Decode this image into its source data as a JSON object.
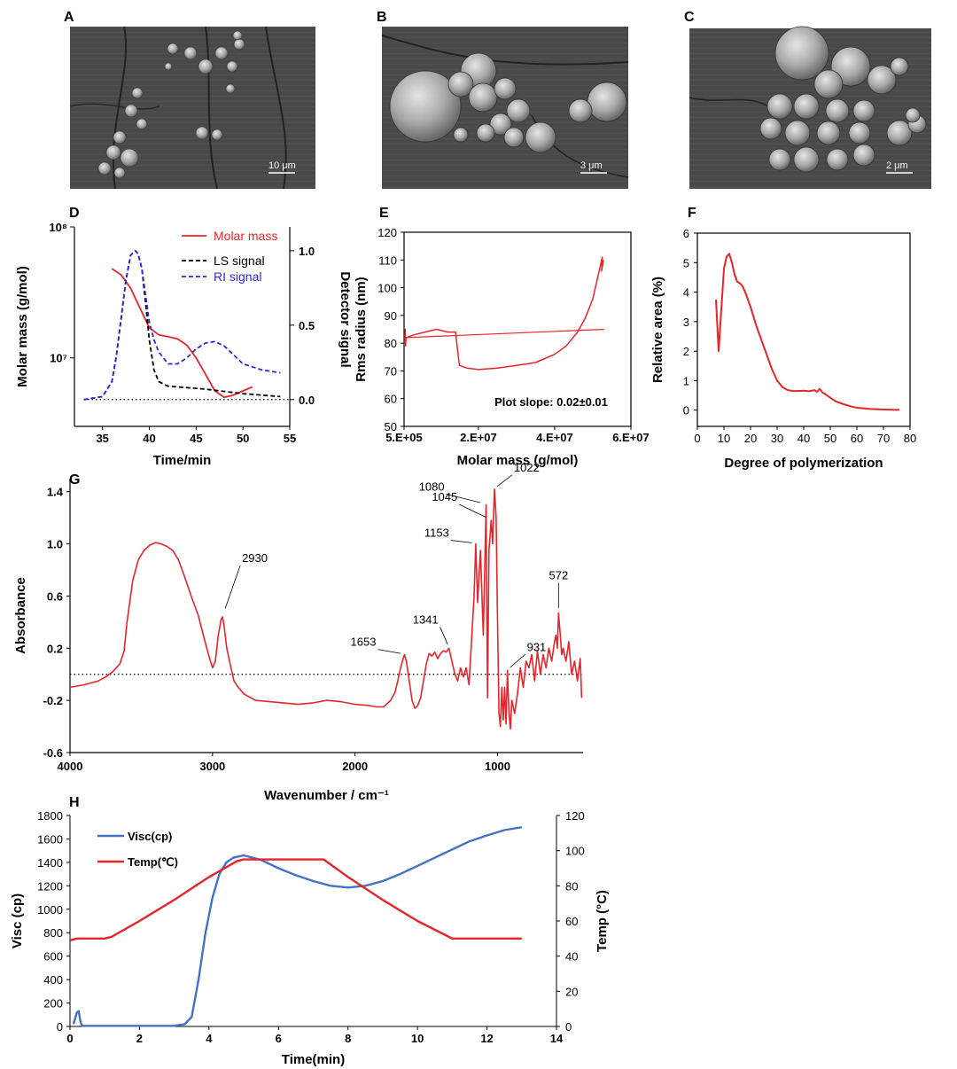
{
  "panels": {
    "A": "A",
    "B": "B",
    "C": "C",
    "D": "D",
    "E": "E",
    "F": "F",
    "G": "G",
    "H": "H"
  },
  "micrographs": [
    {
      "panel": "A",
      "scale_bar": "10 μm"
    },
    {
      "panel": "B",
      "scale_bar": "3 μm"
    },
    {
      "panel": "C",
      "scale_bar": "2 μm"
    }
  ],
  "colors": {
    "red": "#e8242b",
    "blue_ri": "#2b2bd9",
    "blue_visc": "#4472c4",
    "black": "#000000",
    "annotation_blue": "#1f77c4"
  },
  "chart_data": [
    {
      "panel": "D",
      "type": "line",
      "xlabel": "Time/min",
      "ylabel": "Molar mass (g/mol)",
      "y2label": "Detector signal",
      "xlim": [
        32,
        55
      ],
      "xticks": [
        35,
        40,
        45,
        50,
        55
      ],
      "ylim_log": [
        3000000,
        100000000
      ],
      "yscale": "log",
      "yticks_log": [
        {
          "value": 10000000,
          "label": "10⁷"
        },
        {
          "value": 100000000,
          "label": "10⁸"
        }
      ],
      "y2lim": [
        -0.18,
        1.16
      ],
      "y2ticks": [
        "0.0",
        "0.5",
        "1.0"
      ],
      "legend": [
        "Molar mass",
        "LS signal",
        "RI signal"
      ],
      "legend_position": "top-right",
      "series": [
        {
          "name": "Molar mass",
          "axis": "left",
          "style": "solid",
          "color": "#e8242b",
          "x": [
            36.0,
            37.0,
            38.0,
            39.0,
            40.0,
            41.0,
            42.0,
            43.0,
            44.0,
            45.0,
            46.0,
            47.0,
            48.0,
            49.0,
            50.0,
            51.0
          ],
          "y": [
            48000000,
            43000000,
            34000000,
            24000000,
            17000000,
            15000000,
            14500000,
            14000000,
            12500000,
            10000000,
            7500000,
            5600000,
            5000000,
            5200000,
            5600000,
            6000000
          ]
        },
        {
          "name": "LS signal",
          "axis": "right",
          "style": "dashed",
          "color": "#000000",
          "x": [
            33.0,
            35.0,
            36.0,
            36.5,
            37.0,
            37.5,
            38.0,
            38.5,
            38.8,
            39.2,
            39.6,
            40.0,
            40.5,
            41.0,
            42.0,
            44.0,
            46.0,
            50.0,
            54.0
          ],
          "y": [
            0.0,
            0.02,
            0.12,
            0.3,
            0.55,
            0.8,
            0.97,
            1.0,
            0.98,
            0.88,
            0.65,
            0.4,
            0.2,
            0.12,
            0.09,
            0.08,
            0.07,
            0.04,
            0.02
          ]
        },
        {
          "name": "RI signal",
          "axis": "right",
          "style": "dashed",
          "color": "#2b2bd9",
          "x": [
            33.0,
            35.0,
            36.0,
            36.5,
            37.0,
            37.5,
            38.0,
            38.5,
            38.8,
            39.2,
            39.6,
            40.0,
            40.5,
            41.0,
            42.0,
            43.0,
            44.0,
            45.0,
            46.0,
            47.0,
            48.0,
            49.0,
            50.0,
            52.0,
            54.0
          ],
          "y": [
            0.0,
            0.02,
            0.12,
            0.3,
            0.55,
            0.8,
            0.97,
            1.0,
            0.98,
            0.88,
            0.7,
            0.52,
            0.4,
            0.32,
            0.24,
            0.24,
            0.28,
            0.34,
            0.38,
            0.39,
            0.36,
            0.3,
            0.24,
            0.2,
            0.18
          ]
        }
      ],
      "reference_line": {
        "y2": 0.0,
        "style": "dotted"
      }
    },
    {
      "panel": "E",
      "type": "line",
      "xlabel": "Molar mass (g/mol)",
      "ylabel": "Rms radius (nm)",
      "xlim": [
        500000,
        60000000
      ],
      "xticks": [
        {
          "value": 500000,
          "label": "5.E+05"
        },
        {
          "value": 20000000,
          "label": "2.E+07"
        },
        {
          "value": 40000000,
          "label": "4.E+07"
        },
        {
          "value": 60000000,
          "label": "6.E+07"
        }
      ],
      "ylim": [
        50,
        120
      ],
      "yticks": [
        50,
        60,
        70,
        80,
        90,
        100,
        110,
        120
      ],
      "annotation": "Plot slope: 0.02±0.01",
      "series": [
        {
          "name": "",
          "style": "solid",
          "color": "#e8242b",
          "x": [
            700000,
            800000,
            900000,
            1000000,
            3000000,
            6000000,
            9000000,
            12000000,
            14000000,
            14500000,
            15000000,
            17000000,
            20000000,
            25000000,
            30000000,
            35000000,
            40000000,
            43000000,
            46000000,
            48000000,
            50000000,
            51000000,
            52000000,
            52500000,
            52300000,
            52800000
          ],
          "y": [
            80,
            85,
            79,
            82,
            83,
            84,
            85,
            84,
            84,
            78,
            72,
            71,
            70.5,
            71,
            72,
            73,
            76,
            79,
            84,
            89,
            96,
            102,
            108,
            111,
            106,
            110
          ]
        },
        {
          "name": "",
          "style": "solid",
          "color": "#e8242b",
          "x": [
            1000000,
            53000000
          ],
          "y": [
            82,
            85
          ]
        }
      ]
    },
    {
      "panel": "F",
      "type": "line",
      "xlabel": "Degree of polymerization",
      "ylabel": "Relative area (%)",
      "xlim": [
        0,
        80
      ],
      "xticks": [
        0,
        10,
        20,
        30,
        40,
        50,
        60,
        70,
        80
      ],
      "ylim": [
        0,
        6
      ],
      "yticks": [
        0,
        1,
        2,
        3,
        4,
        5,
        6
      ],
      "series": [
        {
          "name": "",
          "style": "solid",
          "color": "#e8242b",
          "x": [
            7,
            8,
            9,
            10,
            11,
            12,
            13,
            14,
            15,
            16,
            17,
            18,
            20,
            22,
            24,
            26,
            28,
            30,
            32,
            34,
            36,
            38,
            40,
            42,
            44,
            45,
            46,
            47,
            48,
            50,
            52,
            55,
            58,
            60,
            65,
            70,
            75,
            76
          ],
          "y": [
            3.75,
            2.0,
            3.4,
            4.8,
            5.2,
            5.3,
            5.0,
            4.6,
            4.35,
            4.3,
            4.2,
            4.0,
            3.5,
            2.9,
            2.4,
            1.9,
            1.4,
            1.0,
            0.78,
            0.68,
            0.65,
            0.65,
            0.66,
            0.64,
            0.68,
            0.62,
            0.72,
            0.6,
            0.55,
            0.42,
            0.3,
            0.2,
            0.12,
            0.08,
            0.04,
            0.02,
            0.01,
            0.01
          ]
        }
      ]
    },
    {
      "panel": "G",
      "type": "line",
      "xlabel": "Wavenumber / cm⁻¹",
      "ylabel": "Absorbance",
      "xlim": [
        4000,
        400
      ],
      "xticks": [
        4000,
        3000,
        2000,
        1000
      ],
      "ylim": [
        -0.6,
        1.5
      ],
      "yticks": [
        "-0.6",
        "-0.2",
        "0.2",
        "0.6",
        "1.0",
        "1.4"
      ],
      "yticks_values": [
        -0.6,
        -0.2,
        0.2,
        0.6,
        1.0,
        1.4
      ],
      "reference_line": {
        "y": 0.0,
        "style": "dotted"
      },
      "peak_labels": [
        {
          "label": "2930",
          "x": 2930,
          "y": 0.44
        },
        {
          "label": "1653",
          "x": 1653,
          "y": 0.15
        },
        {
          "label": "1341",
          "x": 1341,
          "y": 0.2
        },
        {
          "label": "1153",
          "x": 1153,
          "y": 1.0
        },
        {
          "label": "1045",
          "x": 1045,
          "y": 1.18
        },
        {
          "label": "1080",
          "x": 1080,
          "y": 1.3
        },
        {
          "label": "1022",
          "x": 1022,
          "y": 1.42
        },
        {
          "label": "931",
          "x": 931,
          "y": 0.03
        },
        {
          "label": "572",
          "x": 572,
          "y": 0.47
        }
      ],
      "series": [
        {
          "name": "",
          "style": "solid",
          "color": "#e8242b",
          "x": [
            4000,
            3900,
            3800,
            3750,
            3700,
            3650,
            3620,
            3600,
            3560,
            3520,
            3480,
            3440,
            3400,
            3360,
            3320,
            3280,
            3240,
            3200,
            3150,
            3100,
            3060,
            3020,
            3000,
            2980,
            2960,
            2940,
            2930,
            2920,
            2900,
            2870,
            2850,
            2820,
            2780,
            2700,
            2600,
            2500,
            2400,
            2300,
            2200,
            2100,
            2000,
            1900,
            1850,
            1800,
            1750,
            1720,
            1700,
            1680,
            1660,
            1653,
            1640,
            1620,
            1600,
            1580,
            1560,
            1540,
            1520,
            1500,
            1480,
            1460,
            1440,
            1420,
            1400,
            1380,
            1360,
            1341,
            1320,
            1300,
            1280,
            1260,
            1240,
            1220,
            1200,
            1180,
            1165,
            1153,
            1140,
            1120,
            1100,
            1090,
            1080,
            1075,
            1070,
            1060,
            1045,
            1035,
            1022,
            1010,
            1000,
            990,
            980,
            970,
            960,
            950,
            940,
            931,
            920,
            910,
            900,
            880,
            860,
            850,
            840,
            820,
            800,
            780,
            760,
            740,
            720,
            700,
            680,
            660,
            640,
            620,
            600,
            590,
            580,
            572,
            560,
            550,
            540,
            520,
            500,
            480,
            460,
            440,
            420,
            410
          ],
          "y": [
            -0.1,
            -0.08,
            -0.05,
            -0.02,
            0.02,
            0.08,
            0.18,
            0.4,
            0.72,
            0.88,
            0.95,
            0.99,
            1.01,
            1.0,
            0.98,
            0.95,
            0.88,
            0.76,
            0.6,
            0.45,
            0.28,
            0.12,
            0.05,
            0.1,
            0.3,
            0.42,
            0.44,
            0.38,
            0.2,
            0.05,
            -0.05,
            -0.1,
            -0.15,
            -0.2,
            -0.21,
            -0.22,
            -0.23,
            -0.22,
            -0.2,
            -0.21,
            -0.23,
            -0.24,
            -0.25,
            -0.25,
            -0.2,
            -0.14,
            -0.05,
            0.05,
            0.13,
            0.15,
            0.1,
            -0.05,
            -0.2,
            -0.26,
            -0.24,
            -0.18,
            -0.05,
            0.08,
            0.16,
            0.14,
            0.17,
            0.12,
            0.16,
            0.18,
            0.17,
            0.2,
            0.1,
            0.0,
            -0.05,
            0.05,
            -0.02,
            0.05,
            -0.08,
            0.3,
            0.6,
            1.0,
            0.55,
            0.95,
            0.3,
            0.8,
            1.3,
            0.5,
            -0.18,
            0.95,
            1.18,
            1.0,
            1.42,
            1.2,
            0.4,
            -0.3,
            -0.4,
            -0.1,
            -0.35,
            -0.1,
            -0.38,
            0.03,
            -0.3,
            -0.42,
            -0.2,
            -0.3,
            -0.15,
            -0.05,
            0.05,
            -0.1,
            0.1,
            0.05,
            0.15,
            -0.05,
            0.18,
            0.0,
            0.15,
            0.05,
            0.2,
            0.1,
            0.25,
            0.3,
            0.2,
            0.47,
            0.3,
            0.15,
            0.2,
            0.1,
            0.25,
            0.0,
            0.1,
            -0.05,
            0.12,
            -0.18
          ]
        }
      ]
    },
    {
      "panel": "H",
      "type": "line",
      "xlabel": "Time(min)",
      "ylabel": "Visc (cp)",
      "y2label": "Temp (°C)",
      "xlim": [
        0,
        14
      ],
      "xticks": [
        0,
        2,
        4,
        6,
        8,
        10,
        12,
        14
      ],
      "ylim": [
        0,
        1800
      ],
      "yticks": [
        0,
        200,
        400,
        600,
        800,
        1000,
        1200,
        1400,
        1600,
        1800
      ],
      "y2lim": [
        0,
        120
      ],
      "y2ticks": [
        0,
        20,
        40,
        60,
        80,
        100,
        120
      ],
      "legend": [
        "Visc(cp)",
        "Temp(℃)"
      ],
      "legend_position": "top-left",
      "series": [
        {
          "name": "Visc(cp)",
          "axis": "left",
          "style": "solid",
          "color": "#4472c4",
          "x": [
            0.1,
            0.2,
            0.25,
            0.3,
            0.35,
            1.0,
            2.0,
            3.0,
            3.3,
            3.5,
            3.7,
            3.9,
            4.1,
            4.3,
            4.5,
            4.7,
            5.0,
            5.5,
            6.0,
            6.5,
            7.0,
            7.5,
            8.0,
            8.5,
            9.0,
            9.5,
            10.0,
            10.5,
            11.0,
            11.5,
            12.0,
            12.5,
            13.0
          ],
          "y": [
            20,
            120,
            130,
            40,
            5,
            5,
            5,
            5,
            20,
            80,
            400,
            800,
            1100,
            1300,
            1400,
            1440,
            1460,
            1420,
            1350,
            1290,
            1240,
            1200,
            1185,
            1200,
            1240,
            1300,
            1370,
            1440,
            1510,
            1580,
            1630,
            1675,
            1700
          ]
        },
        {
          "name": "Temp(℃)",
          "axis": "right",
          "style": "solid",
          "color": "#e8242b",
          "x": [
            0,
            0.2,
            0.5,
            1.0,
            1.2,
            2.0,
            3.0,
            4.0,
            4.8,
            5.0,
            6.0,
            7.0,
            7.3,
            8.0,
            9.0,
            10.0,
            11.0,
            12.0,
            13.0
          ],
          "y": [
            49,
            50,
            50,
            50,
            51,
            60,
            72,
            85,
            94,
            95,
            95,
            95,
            95,
            85,
            72,
            60,
            50,
            50,
            50
          ]
        }
      ]
    }
  ]
}
